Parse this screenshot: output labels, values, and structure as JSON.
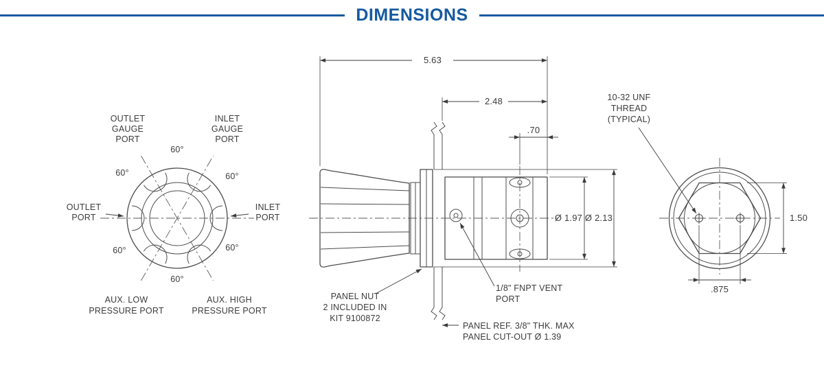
{
  "header": {
    "title": "DIMENSIONS"
  },
  "colors": {
    "accent": "#15599f",
    "line": "#4b4b4b",
    "text": "#3b3b3b"
  },
  "front_view": {
    "outlet_gauge_port": [
      "OUTLET",
      "GAUGE",
      "PORT"
    ],
    "inlet_gauge_port": [
      "INLET",
      "GAUGE",
      "PORT"
    ],
    "outlet_port": [
      "OUTLET",
      "PORT"
    ],
    "inlet_port": [
      "INLET",
      "PORT"
    ],
    "aux_low_pressure_port": [
      "AUX. LOW",
      "PRESSURE PORT"
    ],
    "aux_high_pressure_port": [
      "AUX. HIGH",
      "PRESSURE PORT"
    ],
    "angle_label": "60°"
  },
  "side_view": {
    "dim_overall_length": "5.63",
    "dim_body_length": "2.48",
    "dim_port_offset": ".70",
    "dim_body_diameter": "Ø 1.97",
    "dim_flange_diameter": "Ø 2.13",
    "panel_nut_note": [
      "PANEL NUT",
      "2 INCLUDED IN",
      "KIT 9100872"
    ],
    "vent_port_note": [
      "1/8\" FNPT VENT",
      "PORT"
    ],
    "panel_ref_note": [
      "PANEL REF. 3/8\" THK. MAX",
      "PANEL CUT-OUT Ø 1.39"
    ]
  },
  "rear_view": {
    "thread_note": [
      "10-32 UNF",
      "THREAD",
      "(TYPICAL)"
    ],
    "dim_across_flats": "1.50",
    "dim_hole_spacing": ".875"
  }
}
